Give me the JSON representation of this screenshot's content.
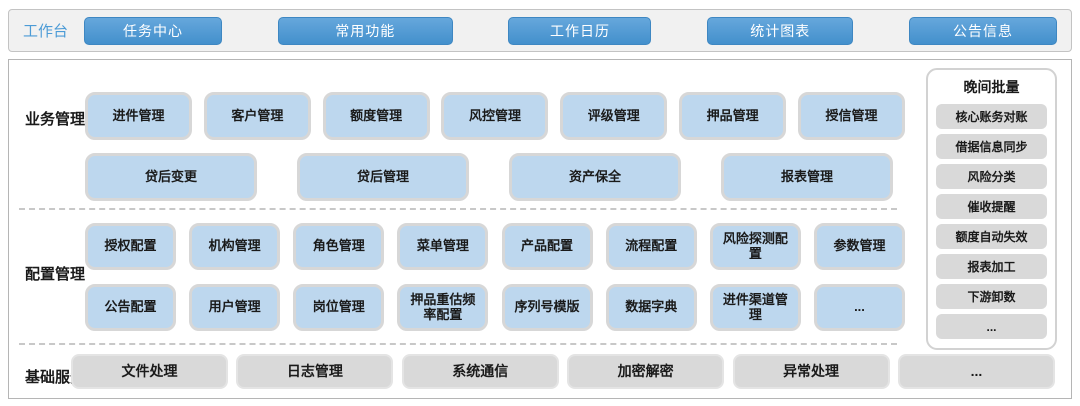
{
  "colors": {
    "accent_blue": "#4c9bd6",
    "tile_blue": "#bdd7ee",
    "tile_gray": "#d9d9d9",
    "border_gray": "#b5b5b5"
  },
  "topbar": {
    "label": "工作台",
    "buttons": [
      "任务中心",
      "常用功能",
      "工作日历",
      "统计图表",
      "公告信息"
    ]
  },
  "sections": [
    {
      "label": "业务管理",
      "rows": [
        [
          "进件管理",
          "客户管理",
          "额度管理",
          "风控管理",
          "评级管理",
          "押品管理",
          "授信管理"
        ],
        [
          "贷后变更",
          "贷后管理",
          "资产保全",
          "报表管理"
        ]
      ]
    },
    {
      "label": "配置管理",
      "rows": [
        [
          "授权配置",
          "机构管理",
          "角色管理",
          "菜单管理",
          "产品配置",
          "流程配置",
          "风险探测配置",
          "参数管理"
        ],
        [
          "公告配置",
          "用户管理",
          "岗位管理",
          "押品重估频率配置",
          "序列号模版",
          "数据字典",
          "进件渠道管理",
          "..."
        ]
      ]
    },
    {
      "label": "基础服务",
      "rows": [
        [
          "文件处理",
          "日志管理",
          "系统通信",
          "加密解密",
          "异常处理",
          "..."
        ]
      ]
    }
  ],
  "sidebar": {
    "title": "晚间批量",
    "items": [
      "核心账务对账",
      "借据信息同步",
      "风险分类",
      "催收提醒",
      "额度自动失效",
      "报表加工",
      "下游卸数",
      "..."
    ]
  }
}
